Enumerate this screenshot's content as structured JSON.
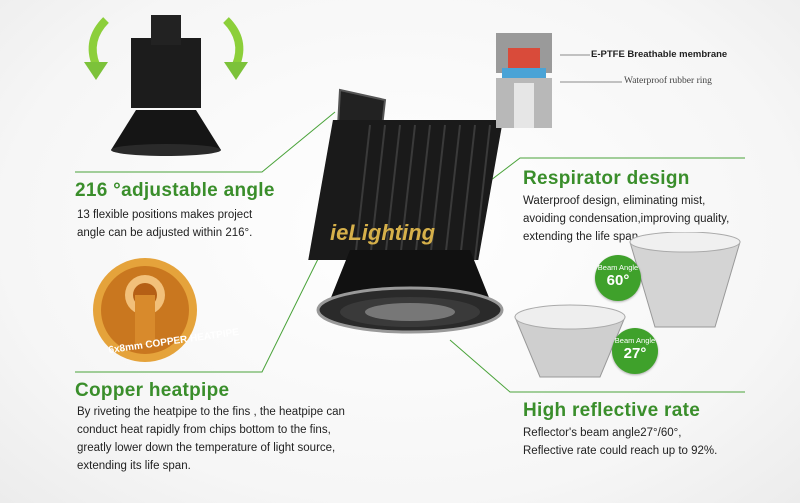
{
  "features": {
    "adjustable": {
      "title": "216 °adjustable angle",
      "lines": [
        "13 flexible positions makes project",
        " angle can be adjusted within 216°."
      ]
    },
    "heatpipe": {
      "title": "Copper heatpipe",
      "label": "6x8mm COPPER HEATPIPE",
      "lines": [
        "By riveting the heatpipe to the fins , the heatpipe can",
        "conduct  heat rapidly from chips bottom to the fins,",
        "greatly  lower down the  temperature of light source,",
        "extending its life span."
      ]
    },
    "respirator": {
      "title": "Respirator  design",
      "lines": [
        "Waterproof  design, eliminating mist,",
        "avoiding condensation,improving quality,",
        "extending the life span."
      ],
      "membrane_label": "E-PTFE Breathable membrane",
      "ring_label": "Waterproof rubber ring"
    },
    "reflective": {
      "title": "High reflective rate",
      "lines": [
        "Reflector's beam angle27°/60°,",
        "Reflective rate could reach up to 92%."
      ],
      "beam_60": {
        "label": "Beam Angle",
        "value": "60°"
      },
      "beam_27": {
        "label": "Beam Angle",
        "value": "27°"
      }
    }
  },
  "watermark": "ieLighting",
  "colors": {
    "accent": "#3a8e2b",
    "badge": "#3fa12b",
    "lamp": "#1b1b1b"
  }
}
